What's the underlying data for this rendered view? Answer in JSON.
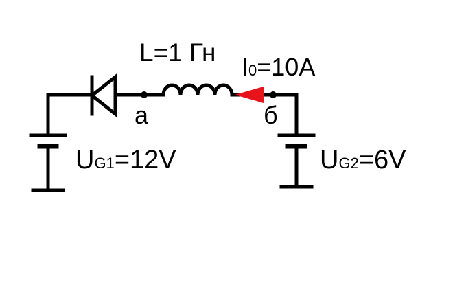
{
  "inductor_label": "L=1 Гн",
  "current_label": {
    "main": "I",
    "sub": "0",
    "rest": "=10A"
  },
  "node_a": "a",
  "node_b": "б",
  "source1_label": {
    "main": "U",
    "sub": "G1",
    "rest": "=12V"
  },
  "source2_label": {
    "main": "U",
    "sub": "G2",
    "rest": "=6V"
  },
  "colors": {
    "wire": "#000000",
    "arrow": "#e8141c",
    "background": "#ffffff"
  }
}
